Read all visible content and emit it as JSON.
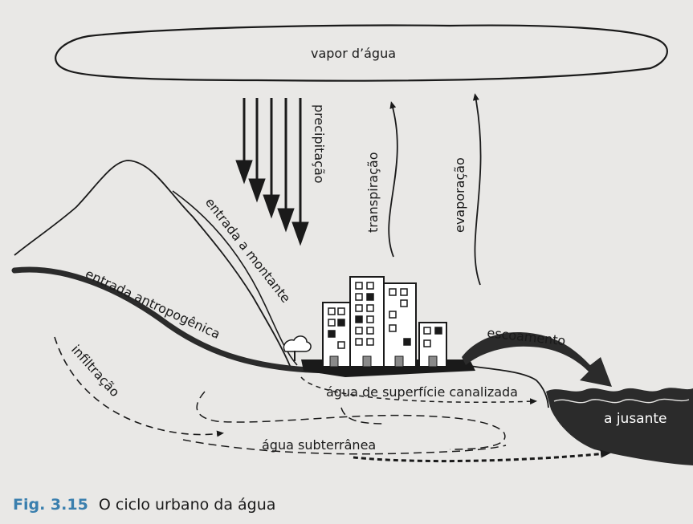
{
  "labels": {
    "vapor": "vapor d’água",
    "precipitacao": "precipitação",
    "transpiracao": "transpiração",
    "evaporacao": "evaporação",
    "entrada_montante": "entrada a montante",
    "entrada_antropogenica": "entrada antropogênica",
    "infiltracao": "infiltração",
    "escoamento": "escoamento",
    "agua_superficie": "água de superfície canalizada",
    "agua_subterranea": "água subterrânea",
    "jusante": "a jusante"
  },
  "caption": {
    "number": "Fig. 3.15",
    "text": "O ciclo urbano da água"
  },
  "colors": {
    "background": "#e9e8e6",
    "ink": "#1a1a1a",
    "river": "#2b2b2b",
    "caption_number": "#3a7fae"
  }
}
